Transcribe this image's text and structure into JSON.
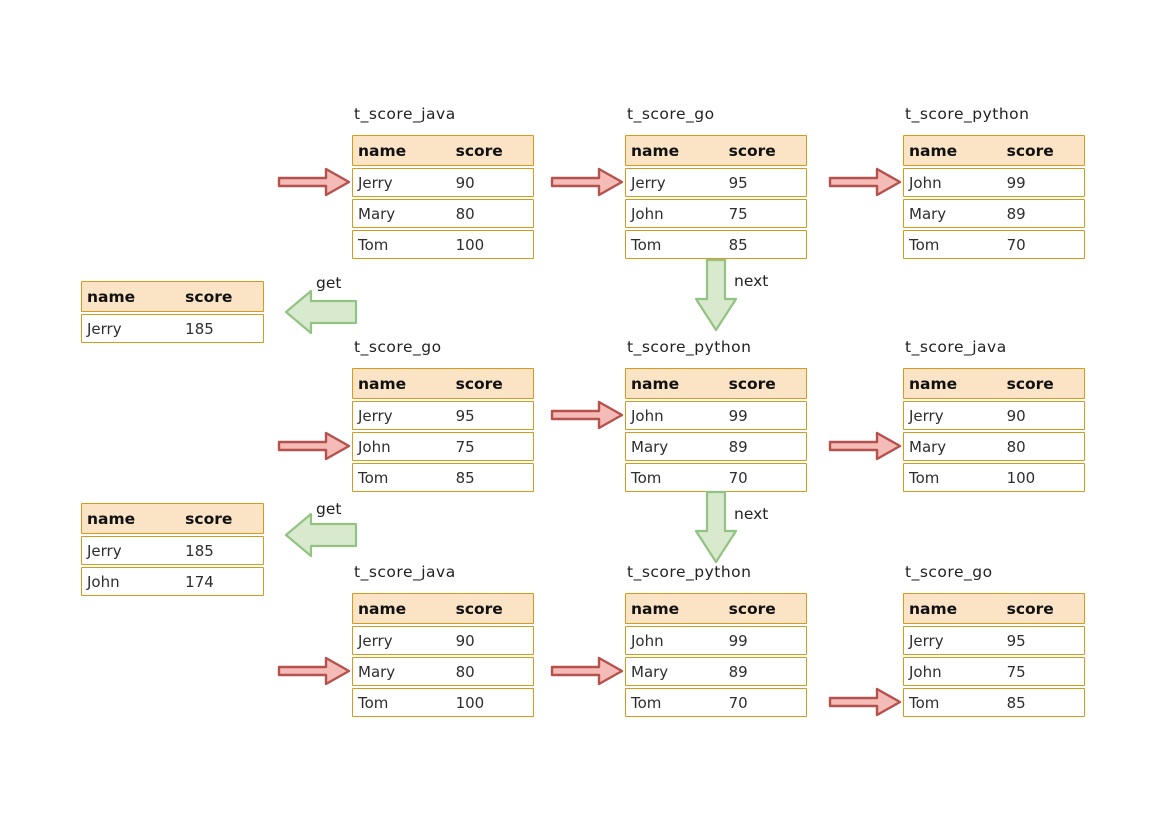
{
  "diagram": {
    "columns": [
      "name",
      "score"
    ],
    "tables": [
      {
        "title": "t_score_java",
        "rows": [
          [
            "Jerry",
            "90"
          ],
          [
            "Mary",
            "80"
          ],
          [
            "Tom",
            "100"
          ]
        ],
        "pointer_row": 0
      },
      {
        "title": "t_score_go",
        "rows": [
          [
            "Jerry",
            "95"
          ],
          [
            "John",
            "75"
          ],
          [
            "Tom",
            "85"
          ]
        ],
        "pointer_row": 0
      },
      {
        "title": "t_score_python",
        "rows": [
          [
            "John",
            "99"
          ],
          [
            "Mary",
            "89"
          ],
          [
            "Tom",
            "70"
          ]
        ],
        "pointer_row": 0
      },
      {
        "title": "t_score_go",
        "rows": [
          [
            "Jerry",
            "95"
          ],
          [
            "John",
            "75"
          ],
          [
            "Tom",
            "85"
          ]
        ],
        "pointer_row": 1
      },
      {
        "title": "t_score_python",
        "rows": [
          [
            "John",
            "99"
          ],
          [
            "Mary",
            "89"
          ],
          [
            "Tom",
            "70"
          ]
        ],
        "pointer_row": 0
      },
      {
        "title": "t_score_java",
        "rows": [
          [
            "Jerry",
            "90"
          ],
          [
            "Mary",
            "80"
          ],
          [
            "Tom",
            "100"
          ]
        ],
        "pointer_row": 1
      },
      {
        "title": "t_score_java",
        "rows": [
          [
            "Jerry",
            "90"
          ],
          [
            "Mary",
            "80"
          ],
          [
            "Tom",
            "100"
          ]
        ],
        "pointer_row": 1
      },
      {
        "title": "t_score_python",
        "rows": [
          [
            "John",
            "99"
          ],
          [
            "Mary",
            "89"
          ],
          [
            "Tom",
            "70"
          ]
        ],
        "pointer_row": 1
      },
      {
        "title": "t_score_go",
        "rows": [
          [
            "Jerry",
            "95"
          ],
          [
            "John",
            "75"
          ],
          [
            "Tom",
            "85"
          ]
        ],
        "pointer_row": 2
      }
    ],
    "result_tables": [
      {
        "rows": [
          [
            "Jerry",
            "185"
          ]
        ]
      },
      {
        "rows": [
          [
            "Jerry",
            "185"
          ],
          [
            "John",
            "174"
          ]
        ]
      }
    ],
    "arrow_labels": {
      "get": "get",
      "next": "next"
    },
    "colors": {
      "table_border": "#d9991b",
      "header_fill": "#fbe3c6",
      "pointer_fill": "#f4bbb7",
      "pointer_stroke": "#b5524d",
      "flow_fill": "#d8e9cd",
      "flow_stroke": "#93c383"
    }
  }
}
